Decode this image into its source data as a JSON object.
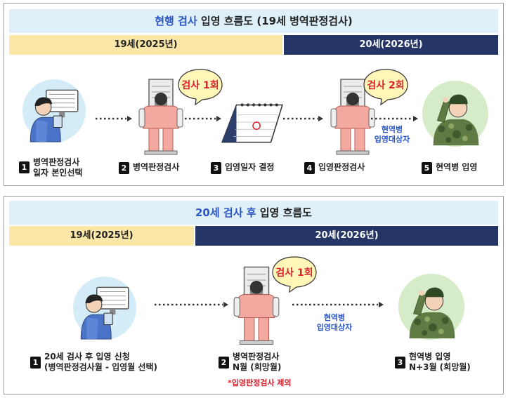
{
  "panel1": {
    "title_highlight": "현행 검사",
    "title_rest": " 입영 흐름도 (19세 병역판정검사)",
    "bar_left": "19세(2025년)",
    "bar_right": "20세(2026년)",
    "bubble1": "검사 1회",
    "bubble2": "검사 2회",
    "transit_line1": "현역병",
    "transit_line2": "입영대상자",
    "steps": [
      {
        "num": "1",
        "line1": "병역판정검사",
        "line2": "일자 본인선택"
      },
      {
        "num": "2",
        "line1": "병역판정검사",
        "line2": ""
      },
      {
        "num": "3",
        "line1": "입영일자 결정",
        "line2": ""
      },
      {
        "num": "4",
        "line1": "입영판정검사",
        "line2": ""
      },
      {
        "num": "5",
        "line1": "현역병 입영",
        "line2": ""
      }
    ]
  },
  "panel2": {
    "title_highlight": "20세 검사 후",
    "title_rest": " 입영 흐름도",
    "bar_left": "19세(2025년)",
    "bar_right": "20세(2026년)",
    "bubble1": "검사 1회",
    "transit_line1": "현역병",
    "transit_line2": "입영대상자",
    "note": "*입영판정검사 제외",
    "steps": [
      {
        "num": "1",
        "line1": "20세 검사 후 입영 신청",
        "line2": "(병역판정검사월 - 입영월 선택)"
      },
      {
        "num": "2",
        "line1": "병역판정검사",
        "line2": "N월 (희망월)"
      },
      {
        "num": "3",
        "line1": "현역병 입영",
        "line2": "N+3월 (희망월)"
      }
    ]
  },
  "colors": {
    "banner": "#dff0f9",
    "highlight": "#2a55c4",
    "year_bar_2025": "#fae7a8",
    "year_bar_2026": "#253666",
    "note": "#d9232e"
  }
}
